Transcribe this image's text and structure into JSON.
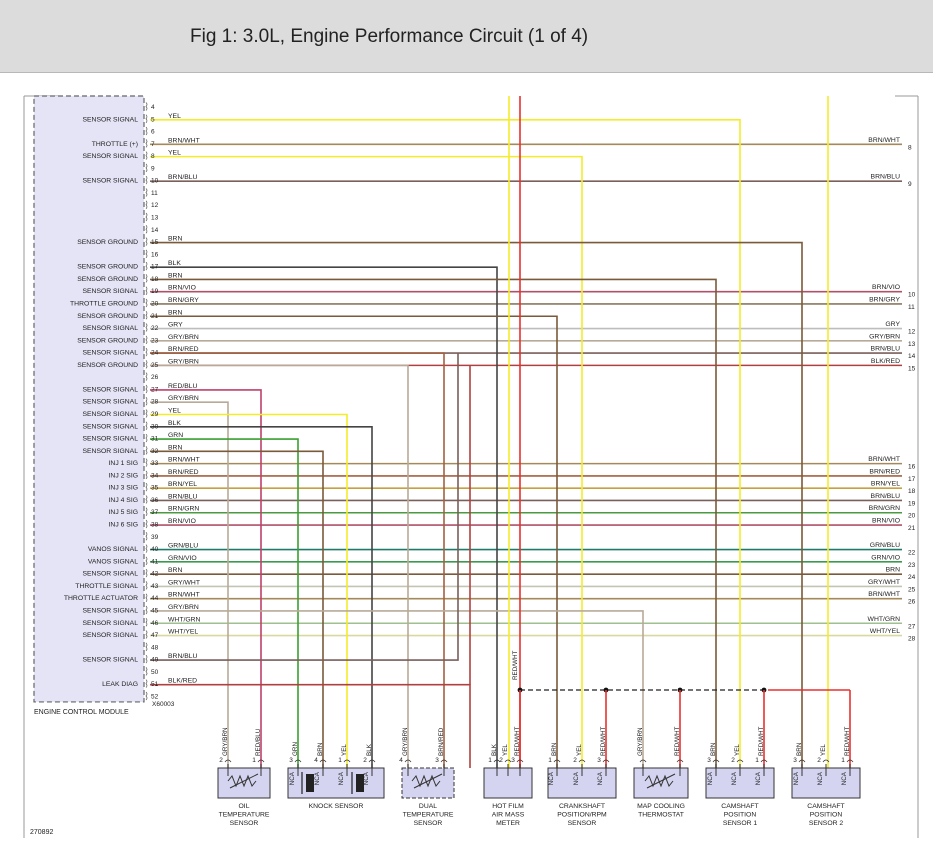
{
  "header": {
    "title": "Fig 1: 3.0L, Engine Performance Circuit (1 of 4)"
  },
  "ecm": {
    "label": "ENGINE CONTROL MODULE",
    "code": "X60003"
  },
  "figure_number": "270892",
  "colors": {
    "YEL": "#f4ec29",
    "BRN/WHT": "#a48a5a",
    "BRN/BLU": "#7a5f5a",
    "BRN": "#7a5a3a",
    "BLK": "#444444",
    "BRN/VIO": "#b0506a",
    "BRN/GRY": "#8a7a60",
    "GRY": "#bdbdbd",
    "GRY/BRN": "#b8aa98",
    "BRN/RED": "#a46040",
    "RED/BLU": "#c0406a",
    "GRN": "#3aa030",
    "BRN/YEL": "#c8a040",
    "BRN/GRN": "#4a9a40",
    "GRN/BLU": "#207a6a",
    "GRN/VIO": "#3a9a50",
    "GRY/WHT": "#c4c4b4",
    "WHT/GRN": "#a0c090",
    "WHT/YEL": "#d8d8a0",
    "BLK/RED": "#b04040",
    "RED/WHT": "#e83030",
    "ecm_fill": "#e4e4f6",
    "comp_fill": "#d4d4f0"
  },
  "pins": [
    {
      "n": "4",
      "label": "",
      "wire": ""
    },
    {
      "n": "5",
      "label": "SENSOR SIGNAL",
      "wire": "YEL"
    },
    {
      "n": "6",
      "label": "",
      "wire": ""
    },
    {
      "n": "7",
      "label": "THROTTLE (+)",
      "wire": "BRN/WHT"
    },
    {
      "n": "8",
      "label": "SENSOR SIGNAL",
      "wire": "YEL"
    },
    {
      "n": "9",
      "label": "",
      "wire": ""
    },
    {
      "n": "10",
      "label": "SENSOR SIGNAL",
      "wire": "BRN/BLU"
    },
    {
      "n": "11",
      "label": "",
      "wire": ""
    },
    {
      "n": "12",
      "label": "",
      "wire": ""
    },
    {
      "n": "13",
      "label": "",
      "wire": ""
    },
    {
      "n": "14",
      "label": "",
      "wire": ""
    },
    {
      "n": "15",
      "label": "SENSOR GROUND",
      "wire": "BRN"
    },
    {
      "n": "16",
      "label": "",
      "wire": ""
    },
    {
      "n": "17",
      "label": "SENSOR GROUND",
      "wire": "BLK"
    },
    {
      "n": "18",
      "label": "SENSOR GROUND",
      "wire": "BRN"
    },
    {
      "n": "19",
      "label": "SENSOR SIGNAL",
      "wire": "BRN/VIO"
    },
    {
      "n": "20",
      "label": "THROTTLE GROUND",
      "wire": "BRN/GRY"
    },
    {
      "n": "21",
      "label": "SENSOR GROUND",
      "wire": "BRN"
    },
    {
      "n": "22",
      "label": "SENSOR SIGNAL",
      "wire": "GRY"
    },
    {
      "n": "23",
      "label": "SENSOR GROUND",
      "wire": "GRY/BRN"
    },
    {
      "n": "24",
      "label": "SENSOR SIGNAL",
      "wire": "BRN/RED"
    },
    {
      "n": "25",
      "label": "SENSOR GROUND",
      "wire": "GRY/BRN"
    },
    {
      "n": "26",
      "label": "",
      "wire": ""
    },
    {
      "n": "27",
      "label": "SENSOR SIGNAL",
      "wire": "RED/BLU"
    },
    {
      "n": "28",
      "label": "SENSOR SIGNAL",
      "wire": "GRY/BRN"
    },
    {
      "n": "29",
      "label": "SENSOR SIGNAL",
      "wire": "YEL"
    },
    {
      "n": "30",
      "label": "SENSOR SIGNAL",
      "wire": "BLK"
    },
    {
      "n": "31",
      "label": "SENSOR SIGNAL",
      "wire": "GRN"
    },
    {
      "n": "32",
      "label": "SENSOR SIGNAL",
      "wire": "BRN"
    },
    {
      "n": "33",
      "label": "INJ 1 SIG",
      "wire": "BRN/WHT"
    },
    {
      "n": "34",
      "label": "INJ 2 SIG",
      "wire": "BRN/RED"
    },
    {
      "n": "35",
      "label": "INJ 3 SIG",
      "wire": "BRN/YEL"
    },
    {
      "n": "36",
      "label": "INJ 4 SIG",
      "wire": "BRN/BLU"
    },
    {
      "n": "37",
      "label": "INJ 5 SIG",
      "wire": "BRN/GRN"
    },
    {
      "n": "38",
      "label": "INJ 6 SIG",
      "wire": "BRN/VIO"
    },
    {
      "n": "39",
      "label": "",
      "wire": ""
    },
    {
      "n": "40",
      "label": "VANOS SIGNAL",
      "wire": "GRN/BLU"
    },
    {
      "n": "41",
      "label": "VANOS SIGNAL",
      "wire": "GRN/VIO"
    },
    {
      "n": "42",
      "label": "SENSOR SIGNAL",
      "wire": "BRN"
    },
    {
      "n": "43",
      "label": "THROTTLE SIGNAL",
      "wire": "GRY/WHT"
    },
    {
      "n": "44",
      "label": "THROTTLE ACTUATOR",
      "wire": "BRN/WHT"
    },
    {
      "n": "45",
      "label": "SENSOR SIGNAL",
      "wire": "GRY/BRN"
    },
    {
      "n": "46",
      "label": "SENSOR SIGNAL",
      "wire": "WHT/GRN"
    },
    {
      "n": "47",
      "label": "SENSOR SIGNAL",
      "wire": "WHT/YEL"
    },
    {
      "n": "48",
      "label": "",
      "wire": ""
    },
    {
      "n": "49",
      "label": "SENSOR SIGNAL",
      "wire": "BRN/BLU"
    },
    {
      "n": "50",
      "label": "",
      "wire": ""
    },
    {
      "n": "51",
      "label": "LEAK DIAG",
      "wire": "BLK/RED"
    },
    {
      "n": "52",
      "label": "",
      "wire": ""
    }
  ],
  "right_exits": [
    {
      "pin": "7",
      "wire": "BRN/WHT",
      "ref": "8"
    },
    {
      "pin": "10",
      "wire": "BRN/BLU",
      "ref": "9"
    },
    {
      "pin": "19",
      "wire": "BRN/VIO",
      "ref": "10"
    },
    {
      "pin": "20",
      "wire": "BRN/GRY",
      "ref": "11"
    },
    {
      "pin": "22",
      "wire": "GRY",
      "ref": "12"
    },
    {
      "pin": "23",
      "wire": "GRY/BRN",
      "ref": "13"
    },
    {
      "pin": "24",
      "wire": "BRN/BLU",
      "ref": "14"
    },
    {
      "pin": "25",
      "wire": "BLK/RED",
      "ref": "15"
    },
    {
      "pin": "33",
      "wire": "BRN/WHT",
      "ref": "16"
    },
    {
      "pin": "34",
      "wire": "BRN/RED",
      "ref": "17"
    },
    {
      "pin": "35",
      "wire": "BRN/YEL",
      "ref": "18"
    },
    {
      "pin": "36",
      "wire": "BRN/BLU",
      "ref": "19"
    },
    {
      "pin": "37",
      "wire": "BRN/GRN",
      "ref": "20"
    },
    {
      "pin": "38",
      "wire": "BRN/VIO",
      "ref": "21"
    },
    {
      "pin": "40",
      "wire": "GRN/BLU",
      "ref": "22"
    },
    {
      "pin": "41",
      "wire": "GRN/VIO",
      "ref": "23"
    },
    {
      "pin": "42",
      "wire": "BRN",
      "ref": "24"
    },
    {
      "pin": "43",
      "wire": "GRY/WHT",
      "ref": "25"
    },
    {
      "pin": "44",
      "wire": "BRN/WHT",
      "ref": "26"
    },
    {
      "pin": "46",
      "wire": "WHT/GRN",
      "ref": "27"
    },
    {
      "pin": "47",
      "wire": "WHT/YEL",
      "ref": "28"
    }
  ],
  "components": [
    {
      "id": "oil",
      "name": [
        "OIL",
        "TEMPERATURE",
        "SENSOR"
      ],
      "dashed": false,
      "pins": [
        {
          "n": "2",
          "wire": "GRY/BRN",
          "to_pin": "28"
        },
        {
          "n": "1",
          "wire": "RED/BLU",
          "to_pin": "27"
        }
      ]
    },
    {
      "id": "knock",
      "name": [
        "KNOCK SENSOR"
      ],
      "dashed": false,
      "pins": [
        {
          "n": "3",
          "wire": "GRN",
          "to_pin": "31"
        },
        {
          "n": "4",
          "wire": "BRN",
          "to_pin": "32"
        },
        {
          "n": "1",
          "wire": "YEL",
          "to_pin": "29"
        },
        {
          "n": "2",
          "wire": "BLK",
          "to_pin": "30"
        }
      ],
      "sub_labels": [
        "NCA",
        "NCA",
        "NCA",
        "NCA"
      ]
    },
    {
      "id": "dual",
      "name": [
        "DUAL",
        "TEMPERATURE",
        "SENSOR"
      ],
      "dashed": true,
      "pins": [
        {
          "n": "4",
          "wire": "GRY/BRN",
          "to_pin": "25"
        },
        {
          "n": "3",
          "wire": "BRN/RED",
          "to_pin": "24"
        }
      ]
    },
    {
      "id": "hfm",
      "name": [
        "HOT FILM",
        "AIR MASS",
        "METER"
      ],
      "dashed": false,
      "pins": [
        {
          "n": "1",
          "wire": "BLK",
          "to_pin": "17"
        },
        {
          "n": "2",
          "wire": "YEL",
          "to_pin": ""
        },
        {
          "n": "3",
          "wire": "RED/WHT",
          "to_pin": ""
        }
      ]
    },
    {
      "id": "crank",
      "name": [
        "CRANKSHAFT",
        "POSITION/RPM",
        "SENSOR"
      ],
      "dashed": false,
      "pins": [
        {
          "n": "1",
          "wire": "BRN",
          "to_pin": "21"
        },
        {
          "n": "2",
          "wire": "YEL",
          "to_pin": "8"
        },
        {
          "n": "3",
          "wire": "RED/WHT",
          "to_pin": ""
        }
      ],
      "sub_labels": [
        "NCA",
        "NCA",
        "NCA"
      ]
    },
    {
      "id": "map",
      "name": [
        "MAP COOLING",
        "THERMOSTAT"
      ],
      "dashed": false,
      "pins": [
        {
          "n": "",
          "wire": "GRY/BRN",
          "to_pin": "45"
        },
        {
          "n": "",
          "wire": "RED/WHT",
          "to_pin": ""
        }
      ]
    },
    {
      "id": "cam1",
      "name": [
        "CAMSHAFT",
        "POSITION",
        "SENSOR 1"
      ],
      "dashed": false,
      "pins": [
        {
          "n": "3",
          "wire": "BRN",
          "to_pin": "18"
        },
        {
          "n": "2",
          "wire": "YEL",
          "to_pin": "5"
        },
        {
          "n": "1",
          "wire": "RED/WHT",
          "to_pin": ""
        }
      ],
      "sub_labels": [
        "NCA",
        "NCA",
        "NCA"
      ]
    },
    {
      "id": "cam2",
      "name": [
        "CAMSHAFT",
        "POSITION",
        "SENSOR 2"
      ],
      "dashed": false,
      "pins": [
        {
          "n": "3",
          "wire": "BRN",
          "to_pin": "15"
        },
        {
          "n": "2",
          "wire": "YEL",
          "to_pin": ""
        },
        {
          "n": "1",
          "wire": "RED/WHT",
          "to_pin": ""
        }
      ],
      "sub_labels": [
        "NCA",
        "NCA",
        "NCA"
      ]
    }
  ],
  "upper_wires": [
    {
      "wire": "YEL"
    },
    {
      "wire": "RED/WHT"
    },
    {
      "wire": "YEL"
    }
  ]
}
